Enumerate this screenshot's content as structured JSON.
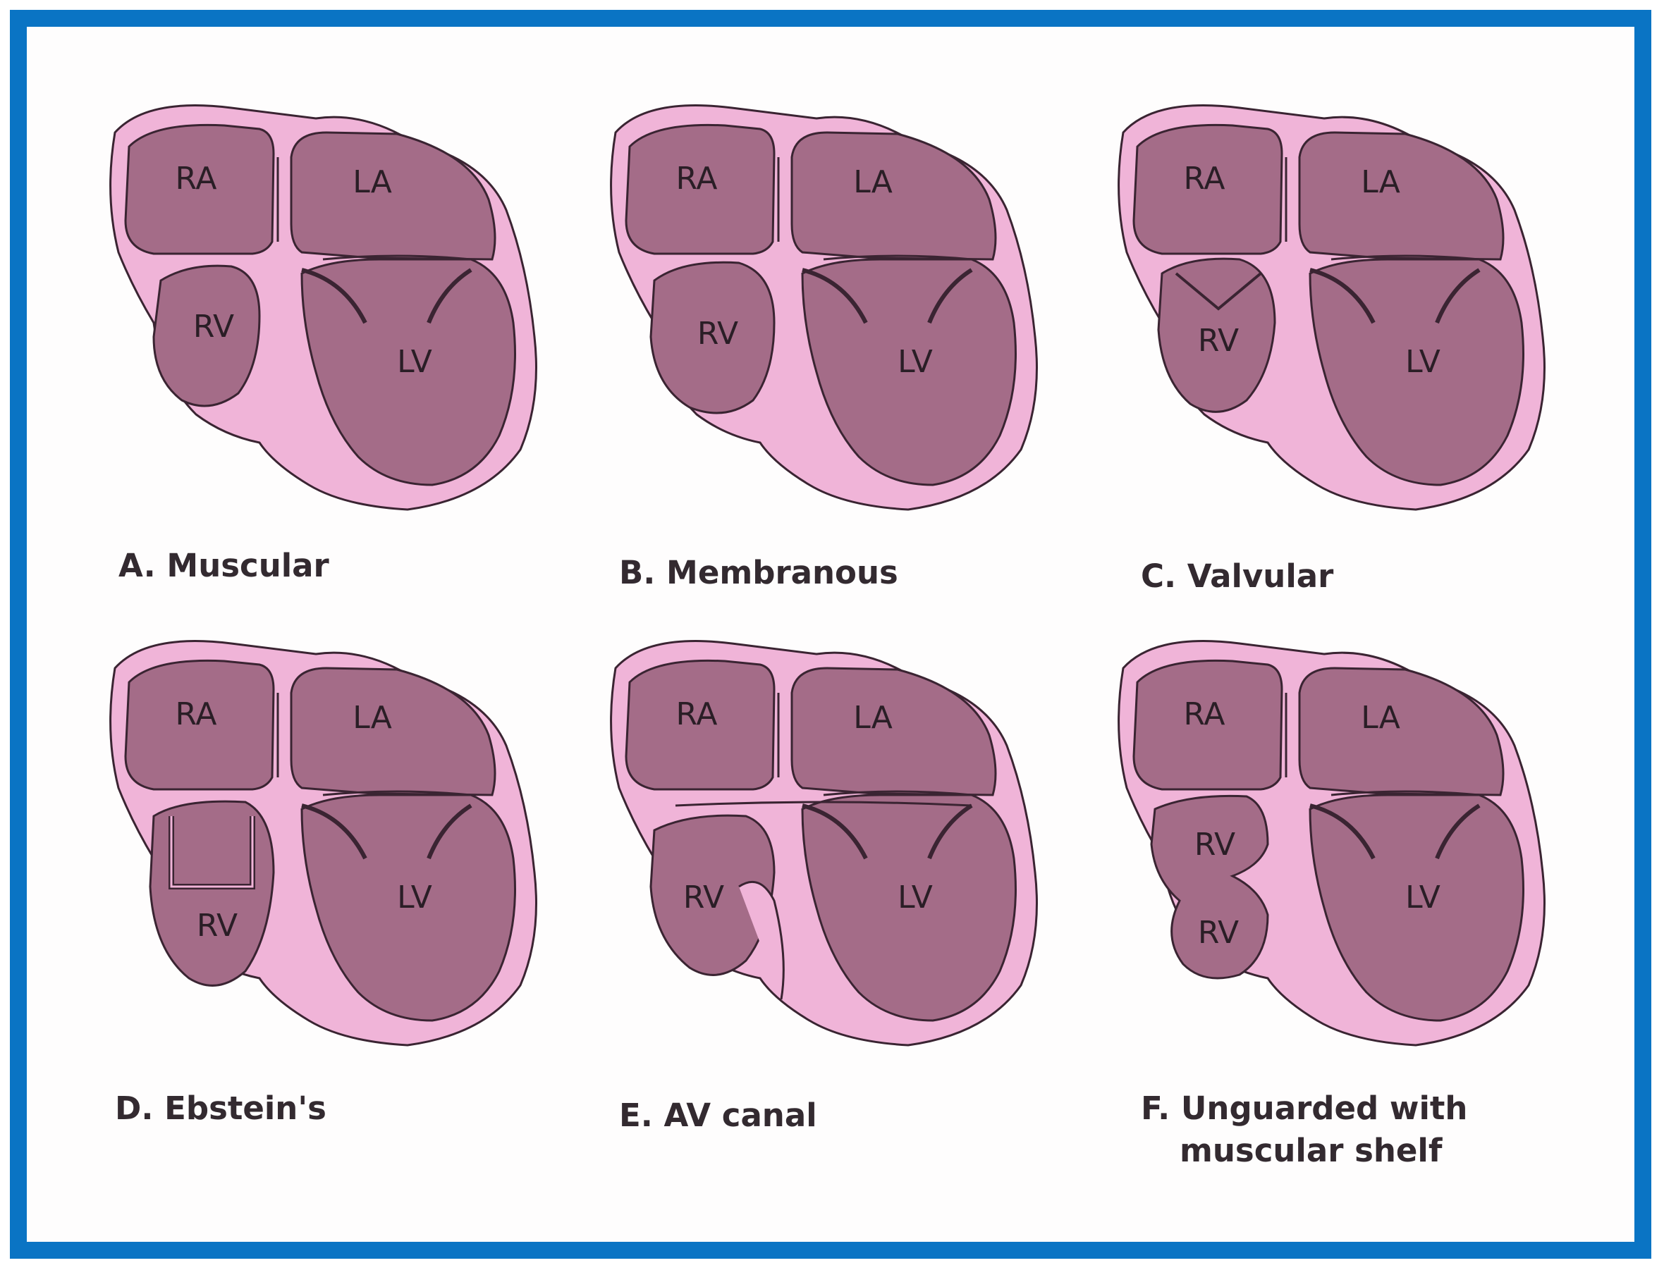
{
  "colors": {
    "frame": "#0a74c4",
    "wall": "#f0b4d8",
    "chamber": "#a46c88",
    "outline": "#3a2432",
    "text": "#2a1e26"
  },
  "chambers": {
    "ra": "RA",
    "la": "LA",
    "rv": "RV",
    "lv": "LV"
  },
  "panels": [
    {
      "caption": "A. Muscular"
    },
    {
      "caption": "B. Membranous"
    },
    {
      "caption": "C. Valvular"
    },
    {
      "caption": "D. Ebstein's"
    },
    {
      "caption": "E. AV canal"
    },
    {
      "caption": "F. Unguarded with",
      "caption2": "muscular shelf"
    }
  ]
}
